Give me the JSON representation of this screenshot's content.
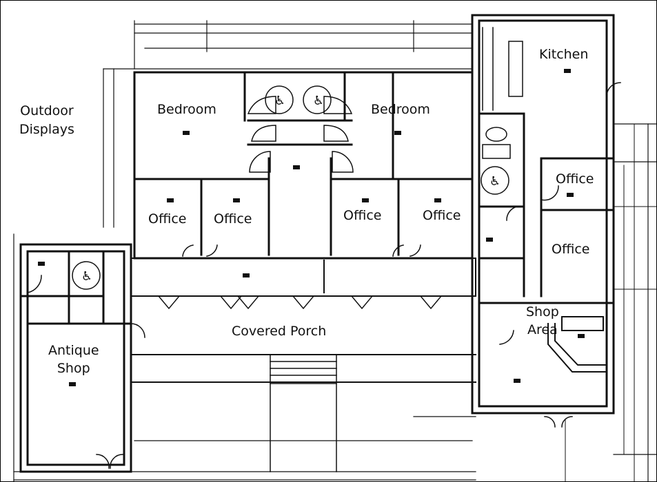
{
  "plan": {
    "labels": {
      "outdoor_displays": "Outdoor\nDisplays",
      "bedroom_left": "Bedroom",
      "bedroom_right": "Bedroom",
      "kitchen": "Kitchen",
      "office_1": "Office",
      "office_2": "Office",
      "office_3": "Office",
      "office_4": "Office",
      "office_5": "Office",
      "office_6": "Office",
      "antique_shop": "Antique\nShop",
      "covered_porch": "Covered Porch",
      "shop_area": "Shop\nArea"
    },
    "colors": {
      "ink": "#111111",
      "paper": "#ffffff"
    },
    "icons": [
      "accessible-restroom-icon",
      "door-swing-icon",
      "stairs-icon"
    ]
  }
}
